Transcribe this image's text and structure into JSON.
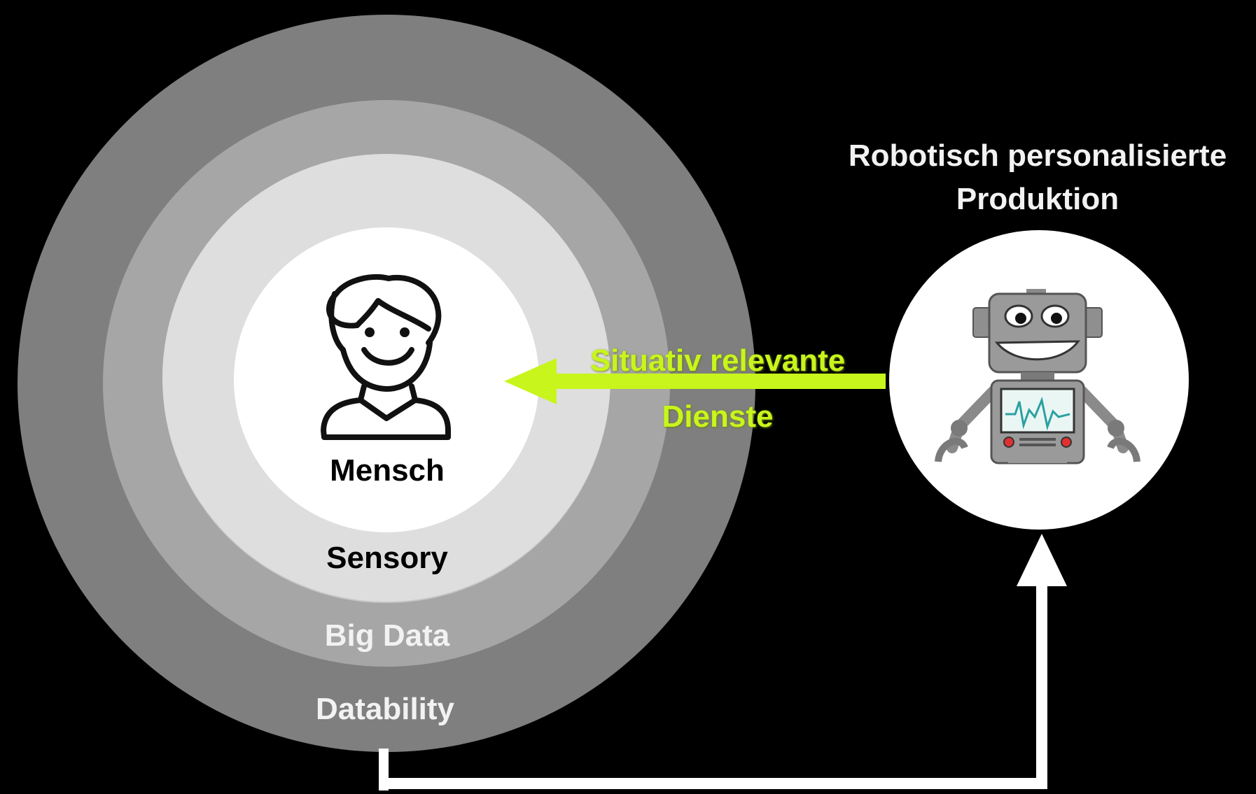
{
  "layers": [
    {
      "name": "Datability",
      "color": "#7f7f7f"
    },
    {
      "name": "Big Data",
      "color": "#a6a6a6"
    },
    {
      "name": "Sensory",
      "color": "#c7c7c7"
    },
    {
      "name": "",
      "color": "#dedede"
    },
    {
      "name": "Mensch",
      "color": "#ffffff"
    }
  ],
  "labels": {
    "mensch": "Mensch",
    "sensory": "Sensory",
    "big_data": "Big Data",
    "datability": "Datability"
  },
  "services": {
    "line1": "Situativ relevante",
    "line2": "Dienste",
    "color": "#c8f51c"
  },
  "robot": {
    "title_line1": "Robotisch personalisierte",
    "title_line2": "Produktion"
  },
  "icons": {
    "person": "person-icon",
    "robot": "robot-icon"
  },
  "colors": {
    "background": "#000000",
    "arrow_feedback": "#ffffff",
    "arrow_services": "#c8f51c"
  }
}
